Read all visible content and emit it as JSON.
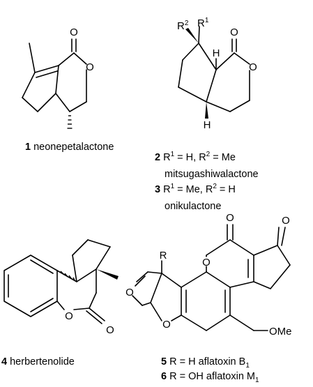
{
  "compounds": [
    {
      "number": "1",
      "name": "neonepetalactone",
      "atoms": {
        "carbonyl_o": "O",
        "ring_o": "O"
      }
    },
    {
      "number": "2",
      "name": "mitsugashiwalactone",
      "substituents": "R¹ = H, R² = Me",
      "atoms": {
        "r2": "R",
        "r2_sup": "2",
        "r1": "R",
        "r1_sup": "1",
        "h_top": "H",
        "h_bottom": "H",
        "carbonyl_o": "O",
        "ring_o": "O"
      }
    },
    {
      "number": "3",
      "name": "onikulactone",
      "substituents": "R¹ = Me, R² = H"
    },
    {
      "number": "4",
      "name": "herbertenolide",
      "atoms": {
        "ring_o": "O",
        "carbonyl_o": "O"
      }
    },
    {
      "number": "5",
      "name": "aflatoxin B",
      "name_sub": "1",
      "substituents": "R = H",
      "atoms": {
        "ketone_o": "O",
        "lactone_co": "O",
        "lactone_o": "O",
        "r": "R",
        "furan_o1": "O",
        "furan_o2": "O",
        "ome": "OMe"
      }
    },
    {
      "number": "6",
      "name": "aflatoxin M",
      "name_sub": "1",
      "substituents": "R = OH"
    }
  ]
}
